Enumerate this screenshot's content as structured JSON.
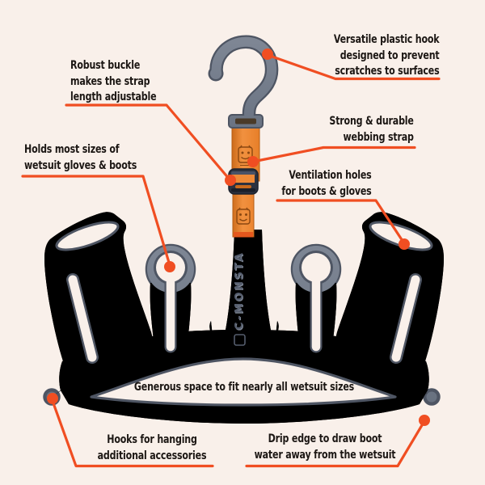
{
  "canvas": {
    "background": "#f9f0ea"
  },
  "palette": {
    "accent": "#f04e22",
    "hanger_gray": "#707886",
    "hanger_outline": "#4e5563",
    "strap_orange": "#ef8a37",
    "buckle_navy": "#2c3240",
    "text_black": "#1c1714"
  },
  "product": {
    "brand_text": "C-MONSTA"
  },
  "annotations": {
    "hook": {
      "lines": [
        "Versatile plastic hook",
        "designed to prevent",
        "scratches to surfaces"
      ]
    },
    "buckle": {
      "lines": [
        "Robust buckle",
        "makes the strap",
        "length adjustable"
      ]
    },
    "strap": {
      "lines": [
        "Strong & durable",
        "webbing strap"
      ]
    },
    "gloves": {
      "lines": [
        "Holds most sizes of",
        "wetsuit gloves & boots"
      ]
    },
    "ventilation": {
      "lines": [
        "Ventilation holes",
        "for boots & gloves"
      ]
    },
    "space": {
      "lines": [
        "Generous space to fit nearly all wetsuit sizes"
      ]
    },
    "hooks": {
      "lines": [
        "Hooks for hanging",
        "additional accessories"
      ]
    },
    "drip": {
      "lines": [
        "Drip edge to draw boot",
        "water away from the wetsuit"
      ]
    }
  }
}
